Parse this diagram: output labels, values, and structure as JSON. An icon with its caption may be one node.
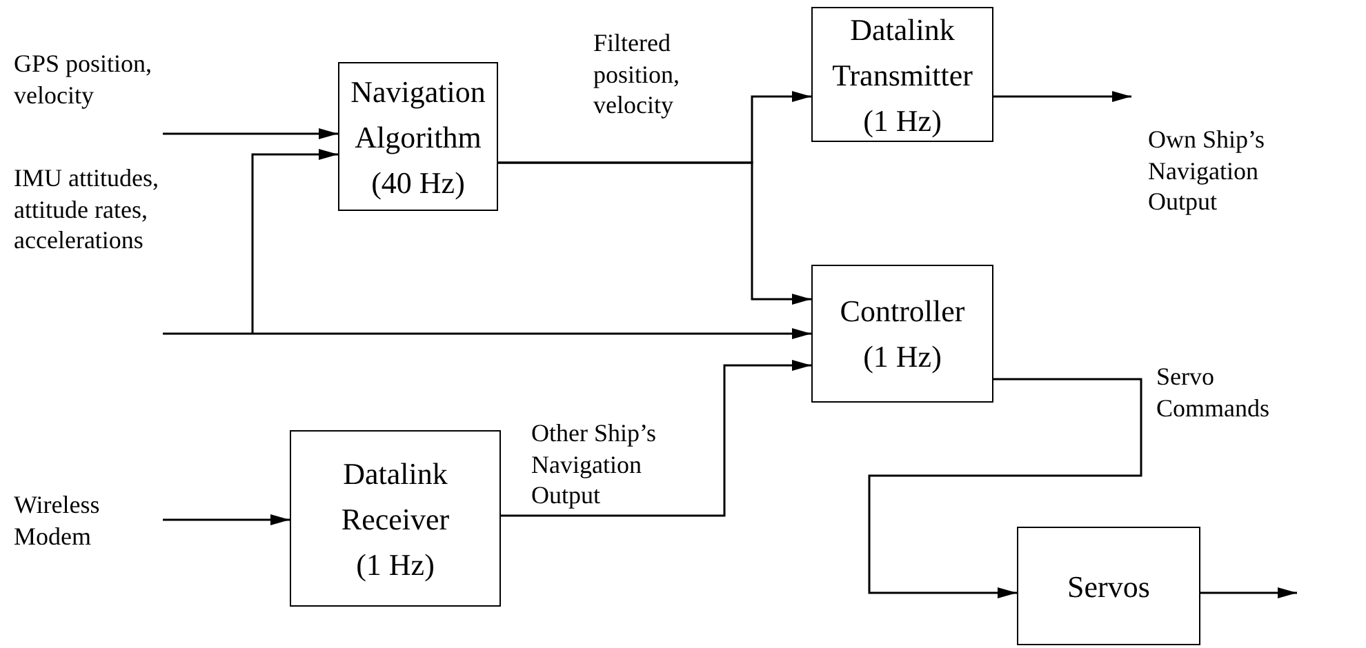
{
  "diagram": {
    "nodes": [
      {
        "text": [
          "Navigation Algorithm",
          "(40 Hz)"
        ]
      },
      {
        "text": [
          "Datalink Transmitter",
          "(1 Hz)"
        ]
      },
      {
        "text": [
          "Controller",
          "(1 Hz)"
        ]
      },
      {
        "text": [
          "Datalink Receiver",
          "(1 Hz)"
        ]
      },
      {
        "text": [
          "Servos"
        ]
      }
    ],
    "edges": [
      {
        "from": null,
        "to": 0,
        "arrow": "to"
      },
      {
        "from": null,
        "to": 0,
        "arrow": "to"
      },
      {
        "from": null,
        "to": 2,
        "arrow": "to"
      },
      {
        "from": 0,
        "to": 1,
        "arrow": "to",
        "label": "Filtered position, velocity"
      },
      {
        "from": 0,
        "to": 2,
        "arrow": "to"
      },
      {
        "from": 1,
        "to": null,
        "arrow": "to"
      },
      {
        "from": null,
        "to": 3,
        "arrow": "to"
      },
      {
        "from": 3,
        "to": 2,
        "arrow": "to",
        "label": "Other Ship’s Navigation Output"
      },
      {
        "from": 2,
        "to": 4,
        "arrow": "to",
        "label": "Servo Commands"
      },
      {
        "from": 4,
        "to": null,
        "arrow": "to"
      }
    ],
    "labels": [
      "GPS position, velocity",
      "IMU attitudes, attitude rates, accelerations",
      "Own Ship’s Navigation Output",
      "Wireless Modem"
    ]
  }
}
